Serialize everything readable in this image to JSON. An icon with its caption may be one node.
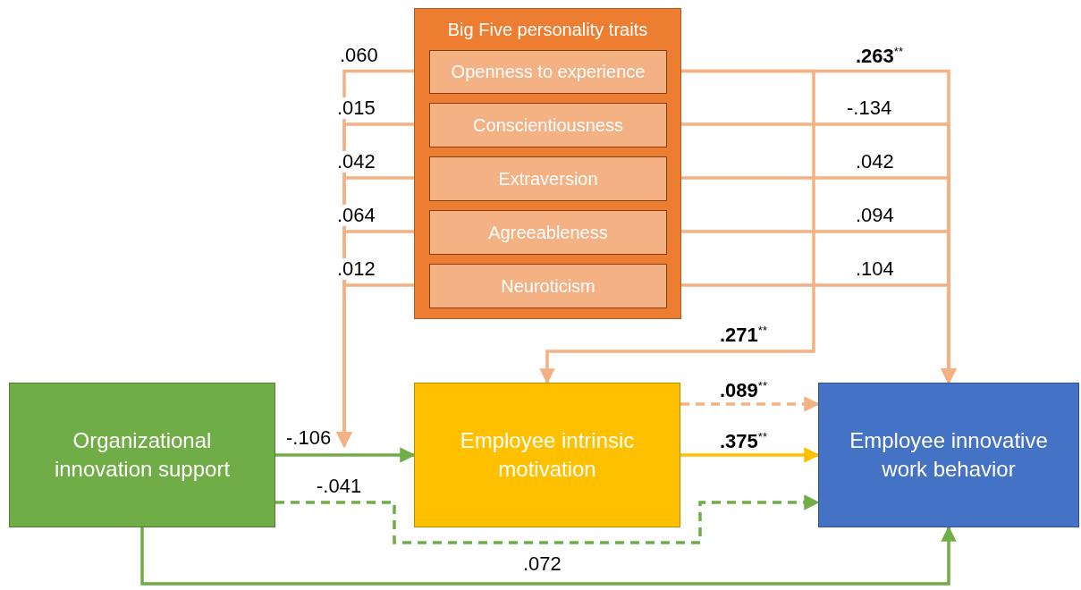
{
  "diagram": {
    "nodes": [
      {
        "text": [
          "Big Five personality traits"
        ]
      },
      {
        "text": [
          "Openness to experience"
        ],
        "in": 0
      },
      {
        "text": [
          "Conscientiousness"
        ],
        "in": 0
      },
      {
        "text": [
          "Extraversion"
        ],
        "in": 0
      },
      {
        "text": [
          "Agreeableness"
        ],
        "in": 0
      },
      {
        "text": [
          "Neuroticism"
        ],
        "in": 0
      },
      {
        "text": [
          "Organizational innovation support"
        ]
      },
      {
        "text": [
          "Employee intrinsic motivation"
        ]
      },
      {
        "text": [
          "Employee innovative work behavior"
        ]
      }
    ],
    "edges": [
      {
        "from": 1,
        "to": null,
        "arrow": "to",
        "label": ".060"
      },
      {
        "from": 2,
        "to": null,
        "arrow": "to",
        "label": ".015"
      },
      {
        "from": 3,
        "to": null,
        "arrow": "to",
        "label": ".042"
      },
      {
        "from": 4,
        "to": null,
        "arrow": "to",
        "label": ".064"
      },
      {
        "from": 5,
        "to": null,
        "arrow": "to",
        "label": ".012"
      },
      {
        "from": 1,
        "to": 8,
        "arrow": "to",
        "label": "**.263**$^{**}$"
      },
      {
        "from": 2,
        "to": 8,
        "arrow": "to",
        "label": "-.134"
      },
      {
        "from": 3,
        "to": 8,
        "arrow": "to",
        "label": ".042"
      },
      {
        "from": 4,
        "to": 8,
        "arrow": "to",
        "label": ".094"
      },
      {
        "from": 5,
        "to": 8,
        "arrow": "to",
        "label": ".104"
      },
      {
        "from": 1,
        "to": 7,
        "arrow": "to",
        "label": "**.271**$^{**}$"
      },
      {
        "from": 7,
        "to": 8,
        "arrow": "to",
        "label": "**.089**$^{**}$",
        "style": "dashed"
      },
      {
        "from": 7,
        "to": 8,
        "arrow": "to",
        "label": "**.375**$^{**}$",
        "color": "#ffc000"
      },
      {
        "from": 6,
        "to": 7,
        "arrow": "to",
        "label": "-.106",
        "color": "#70ad47"
      },
      {
        "from": 6,
        "to": 8,
        "arrow": "to",
        "label": "-.041",
        "style": "dashed",
        "color": "#70ad47"
      },
      {
        "from": 6,
        "to": 8,
        "arrow": "to",
        "label": ".072",
        "color": "#70ad47"
      }
    ]
  }
}
